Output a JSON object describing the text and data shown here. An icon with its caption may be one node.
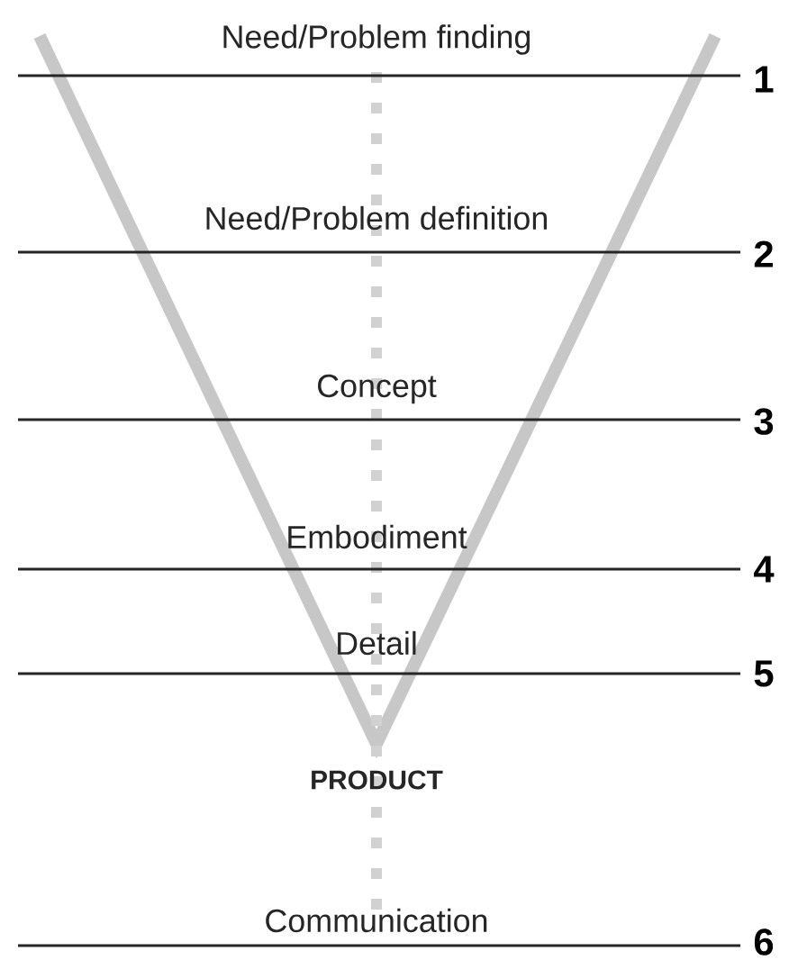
{
  "diagram": {
    "labels": [
      "Need/Problem finding",
      "1",
      "Need/Problem definition",
      "2",
      "Concept",
      "3",
      "Embodiment",
      "4",
      "Detail",
      "5",
      "PRODUCT",
      "Communication",
      "6"
    ]
  }
}
